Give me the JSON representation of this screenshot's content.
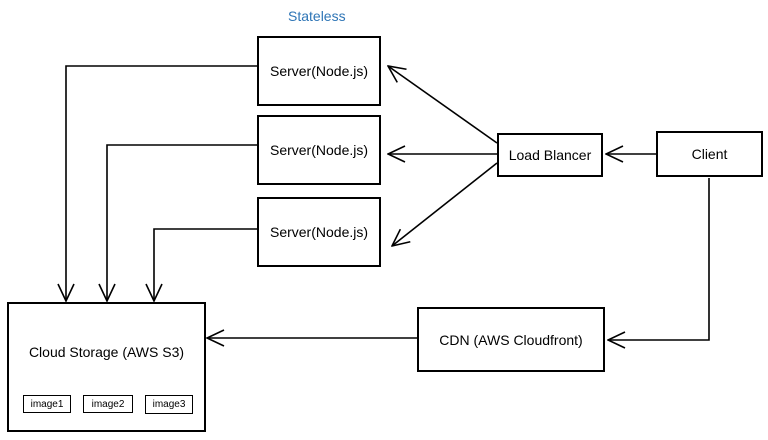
{
  "diagram": {
    "title": "Stateless",
    "servers": [
      {
        "label": "Server(Node.js)"
      },
      {
        "label": "Server(Node.js)"
      },
      {
        "label": "Server(Node.js)"
      }
    ],
    "load_balancer": {
      "label": "Load Blancer"
    },
    "client": {
      "label": "Client"
    },
    "cdn": {
      "label": "CDN (AWS Cloudfront)"
    },
    "storage": {
      "label": "Cloud Storage (AWS S3)",
      "images": [
        "image1",
        "image2",
        "image3"
      ]
    },
    "colors": {
      "title": "#2e75b6",
      "line": "#000000"
    }
  }
}
